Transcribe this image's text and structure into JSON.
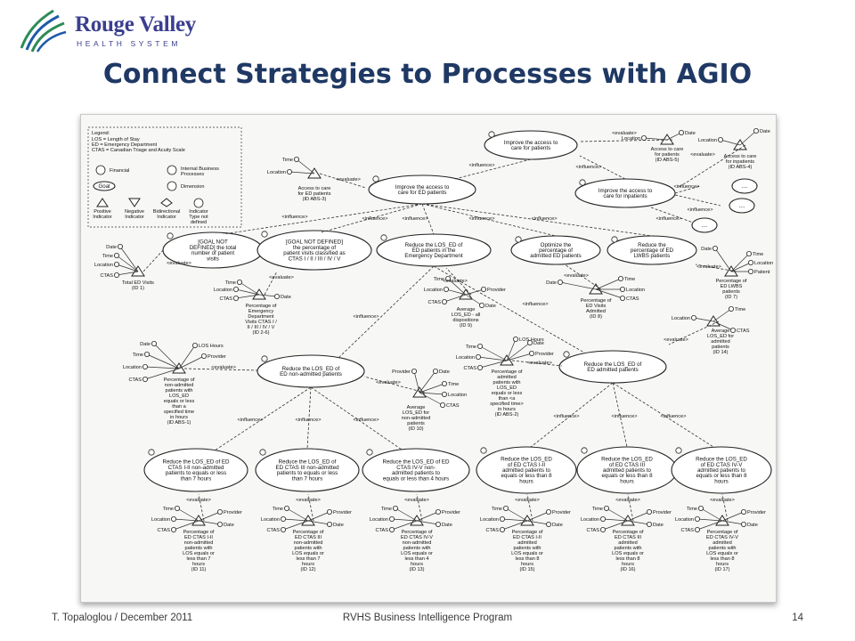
{
  "header": {
    "brand_name": "Rouge Valley",
    "brand_sub": "HEALTH SYSTEM",
    "title": "Connect Strategies to Processes with AGIO"
  },
  "colors": {
    "brand": "#3a3f8f",
    "title": "#1f3864",
    "logo_green": "#2e8b57",
    "logo_blue": "#1e5aa8"
  },
  "legend": {
    "title": "Legend:",
    "lines": [
      "LOS = Length of Stay",
      "ED = Emergency Department",
      "CTAS = Canadian Triage and Acuity Scale"
    ],
    "items": [
      "Financial",
      "Internal Business Processes",
      "Goal",
      "Dimension",
      "Positive Indicator",
      "Negative Indicator",
      "Bidirectional Indicator",
      "Indicator Type not defined"
    ]
  },
  "diagram": {
    "goals": [
      {
        "lines": [
          "Improve the access to",
          "care for patients"
        ]
      },
      {
        "lines": [
          "Improve the access to",
          "care for ED patients"
        ]
      },
      {
        "lines": [
          "Improve the access to",
          "care for inpatients"
        ]
      },
      {
        "lines": [
          "[GOAL NOT",
          "DEFINED] the total",
          "number of patient",
          "visits"
        ]
      },
      {
        "lines": [
          "[GOAL NOT DEFINED]",
          "the percentage of",
          "patient visits classified as",
          "CTAS I / II / III / IV / V"
        ]
      },
      {
        "lines": [
          "Reduce the LOS_ED of",
          "ED patients in the",
          "Emergency Department"
        ]
      },
      {
        "lines": [
          "Optimize the",
          "percentage of",
          "admitted ED patients"
        ]
      },
      {
        "lines": [
          "Reduce the",
          "percentage of ED",
          "LWBS patients"
        ]
      },
      {
        "lines": [
          "Reduce the LOS_ED of",
          "ED non-admitted patients"
        ]
      },
      {
        "lines": [
          "Reduce the LOS_ED of",
          "ED admitted patients"
        ]
      },
      {
        "lines": [
          "Reduce the LOS_ED of ED",
          "CTAS I-II non-admitted",
          "patients to equals or less",
          "than 7 hours"
        ]
      },
      {
        "lines": [
          "Reduce the LOS_ED of",
          "ED CTAS III non-admitted",
          "patients to equals or less",
          "than 7 hours"
        ]
      },
      {
        "lines": [
          "Reduce the LOS_ED of ED",
          "CTAS IV-V non-",
          "admitted patients to",
          "equals or less than 4 hours"
        ]
      },
      {
        "lines": [
          "Reduce the LOS_ED",
          "of ED CTAS I-II",
          "admitted patients to",
          "equals or less than 8",
          "hours"
        ]
      },
      {
        "lines": [
          "Reduce the LOS_ED",
          "of ED CTAS III",
          "admitted patients to",
          "equals or less than 8",
          "hours"
        ]
      },
      {
        "lines": [
          "Reduce the LOS_ED",
          "of ED CTAS IV-V",
          "admitted patients to",
          "equals or less than 8",
          "hours"
        ]
      }
    ],
    "indicators": [
      {
        "lines": [
          "Access to care",
          "for ED patients",
          "(ID ABS-3)"
        ]
      },
      {
        "lines": [
          "Access to care",
          "for patients",
          "(ID ABS-5)"
        ]
      },
      {
        "lines": [
          "Access to care",
          "for inpatients",
          "(ID ABS-4)"
        ]
      },
      {
        "lines": [
          "Total ED Visits",
          "(ID 1)"
        ]
      },
      {
        "lines": [
          "Percentage of",
          "Emergency",
          "Department",
          "Visits CTAS I /",
          "II / III / IV / V",
          "(ID 2-6)"
        ]
      },
      {
        "lines": [
          "Average",
          "LOS_ED - all",
          "dispositions",
          "(ID 9)"
        ]
      },
      {
        "lines": [
          "Percentage of",
          "ED Visits",
          "Admitted",
          "(ID 8)"
        ]
      },
      {
        "lines": [
          "Percentage of",
          "ED LWBS",
          "patients",
          "(ID 7)"
        ]
      },
      {
        "lines": [
          "Average",
          "LOS_ED for",
          "admitted",
          "patients",
          "(ID 14)"
        ]
      },
      {
        "lines": [
          "Percentage of",
          "non-admitted",
          "patients with",
          "LOS_ED",
          "equals or less",
          "than a",
          "specified time",
          "in hours",
          "(ID ABS-1)"
        ]
      },
      {
        "lines": [
          "Average",
          "LOS_ED for",
          "non-admitted",
          "patients",
          "(ID 10)"
        ]
      },
      {
        "lines": [
          "Percentage of",
          "admitted",
          "patients with",
          "LOS_ED",
          "equals or less",
          "than <a",
          "specified time>",
          "in hours",
          "(ID ABS-2)"
        ]
      },
      {
        "lines": [
          "Percentage of",
          "ED CTAS I-II",
          "non-admitted",
          "patients with",
          "LOS equals or",
          "less than 7",
          "hours",
          "(ID 11)"
        ]
      },
      {
        "lines": [
          "Percentage of",
          "ED CTAS III",
          "non-admitted",
          "patients with",
          "LOS equals or",
          "less than 7",
          "hours",
          "(ID 12)"
        ]
      },
      {
        "lines": [
          "Percentage of",
          "ED CTAS IV-V",
          "non-admitted",
          "patients with",
          "LOS equals or",
          "less than 4",
          "hours",
          "(ID 13)"
        ]
      },
      {
        "lines": [
          "Percentage of",
          "ED CTAS I-II",
          "admitted",
          "patients with",
          "LOS equals or",
          "less than 8",
          "hours",
          "(ID 15)"
        ]
      },
      {
        "lines": [
          "Percentage of",
          "ED CTAS III",
          "admitted",
          "patients with",
          "LOS equals or",
          "less than 8",
          "hours",
          "(ID 16)"
        ]
      },
      {
        "lines": [
          "Percentage of",
          "ED CTAS IV-V",
          "admitted",
          "patients with",
          "LOS equals or",
          "less than 8",
          "hours",
          "(ID 17)"
        ]
      }
    ],
    "dimensions": [
      "Time",
      "Location",
      "CTAS",
      "Date",
      "Provider",
      "LOS Hours",
      "Patient"
    ],
    "relations": [
      "<evaluate>",
      "<influence>"
    ],
    "ellipsis": "...."
  },
  "footer": {
    "left": "T. Topaloglou / December 2011",
    "center": "RVHS Business Intelligence Program",
    "right": "14"
  }
}
